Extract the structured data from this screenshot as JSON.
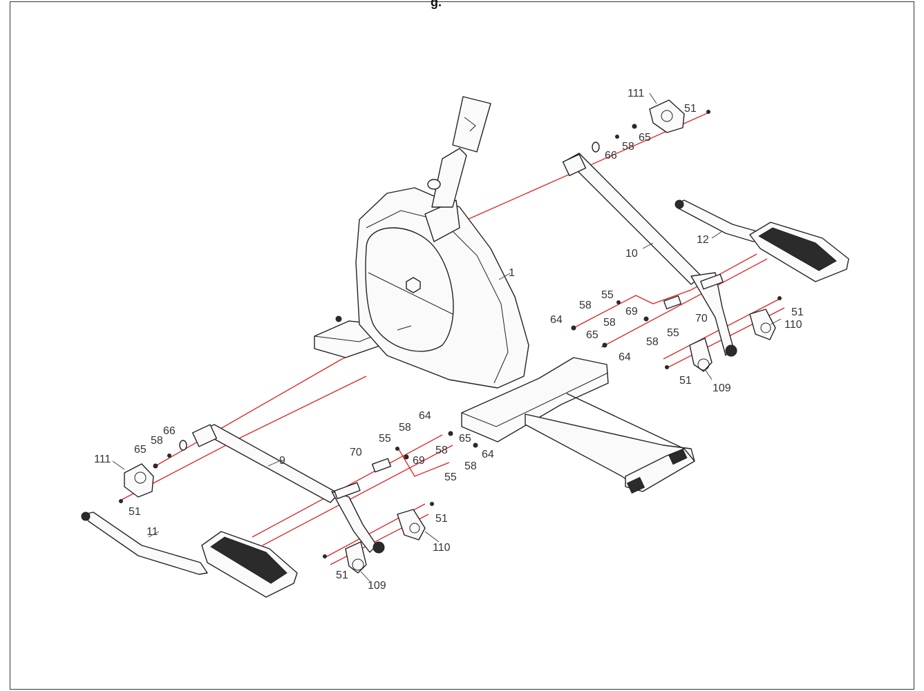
{
  "labels": [
    {
      "id": "p1",
      "text": "1"
    },
    {
      "id": "p9",
      "text": "9"
    },
    {
      "id": "p10",
      "text": "10"
    },
    {
      "id": "p11",
      "text": "11"
    },
    {
      "id": "p12",
      "text": "12"
    },
    {
      "id": "p51a",
      "text": "51"
    },
    {
      "id": "p51b",
      "text": "51"
    },
    {
      "id": "p51c",
      "text": "51"
    },
    {
      "id": "p51d",
      "text": "51"
    },
    {
      "id": "p51e",
      "text": "51"
    },
    {
      "id": "p51f",
      "text": "51"
    },
    {
      "id": "p55a",
      "text": "55"
    },
    {
      "id": "p55b",
      "text": "55"
    },
    {
      "id": "p55c",
      "text": "55"
    },
    {
      "id": "p55d",
      "text": "55"
    },
    {
      "id": "p58a",
      "text": "58"
    },
    {
      "id": "p58b",
      "text": "58"
    },
    {
      "id": "p58c",
      "text": "58"
    },
    {
      "id": "p58d",
      "text": "58"
    },
    {
      "id": "p58e",
      "text": "58"
    },
    {
      "id": "p58f",
      "text": "58"
    },
    {
      "id": "p58g",
      "text": "58"
    },
    {
      "id": "p58h",
      "text": "58"
    },
    {
      "id": "p64a",
      "text": "64"
    },
    {
      "id": "p64b",
      "text": "64"
    },
    {
      "id": "p64c",
      "text": "64"
    },
    {
      "id": "p64d",
      "text": "64"
    },
    {
      "id": "p65a",
      "text": "65"
    },
    {
      "id": "p65b",
      "text": "65"
    },
    {
      "id": "p65c",
      "text": "65"
    },
    {
      "id": "p65d",
      "text": "65"
    },
    {
      "id": "p66a",
      "text": "66"
    },
    {
      "id": "p66b",
      "text": "66"
    },
    {
      "id": "p69a",
      "text": "69"
    },
    {
      "id": "p69b",
      "text": "69"
    },
    {
      "id": "p70a",
      "text": "70"
    },
    {
      "id": "p70b",
      "text": "70"
    },
    {
      "id": "p109a",
      "text": "109"
    },
    {
      "id": "p109b",
      "text": "109"
    },
    {
      "id": "p110a",
      "text": "110"
    },
    {
      "id": "p110b",
      "text": "110"
    },
    {
      "id": "p111a",
      "text": "111"
    },
    {
      "id": "p111b",
      "text": "111"
    }
  ],
  "colors": {
    "axis": "#e02020",
    "line": "#222222",
    "label": "#333333"
  }
}
